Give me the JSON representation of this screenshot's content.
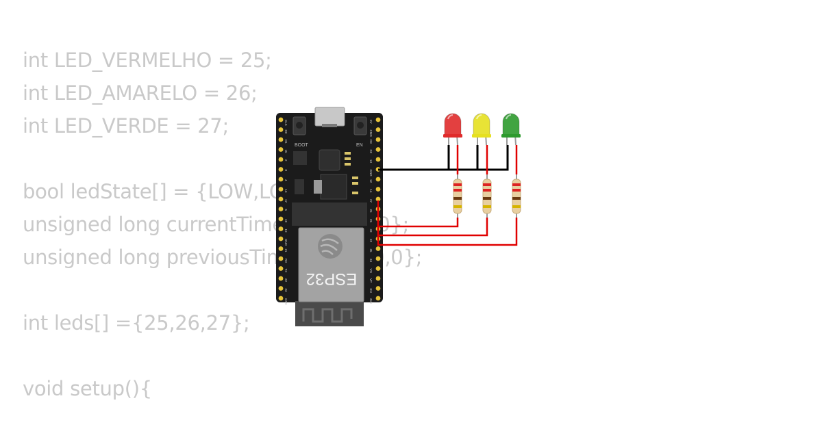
{
  "code_lines": [
    "int LED_VERMELHO = 25;",
    "int LED_AMARELO = 26;",
    "int LED_VERDE = 27;",
    "",
    "bool ledState[] = {LOW,LOW,LOW};",
    "unsigned long currentTime[] = {0,0,0};",
    "unsigned long previousTime[] = {0,0,0};",
    "",
    "int leds[] ={25,26,27};",
    "",
    "void setup(){"
  ],
  "board": {
    "chip_label": "ESP32",
    "left_pins": [
      "CLK",
      "D0",
      "D1",
      "15",
      "2",
      "0",
      "4",
      "16",
      "17",
      "5",
      "18",
      "19",
      "GND",
      "21",
      "RX",
      "TX",
      "22",
      "23",
      "GND"
    ],
    "right_pins": [
      "5V",
      "CMD",
      "D3",
      "D2",
      "13",
      "GND",
      "12",
      "14",
      "27",
      "26",
      "25",
      "33",
      "32",
      "35",
      "34",
      "VN",
      "VP",
      "EN",
      "3V3"
    ],
    "button_left": "BOOT",
    "button_right": "EN"
  },
  "leds": [
    {
      "name": "red",
      "color": "#e02b2b"
    },
    {
      "name": "yellow",
      "color": "#e6e020"
    },
    {
      "name": "green",
      "color": "#2e9a2e"
    }
  ],
  "wire_colors": {
    "gnd": "#000000",
    "signal": "#e00000"
  }
}
